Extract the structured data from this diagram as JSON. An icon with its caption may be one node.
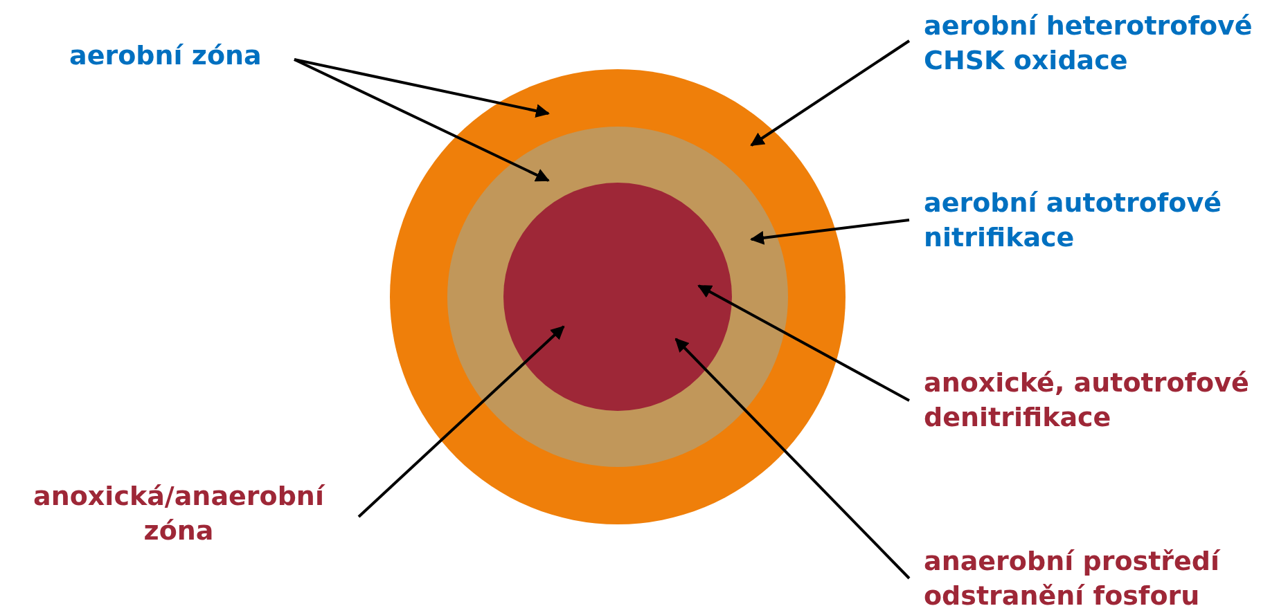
{
  "diagram": {
    "nodes": [
      {
        "text": [
          "aerobní zóna"
        ]
      },
      {
        "text": [
          "aerobní heterotrofové CHSK oxidace"
        ]
      },
      {
        "text": [
          "aerobní autotrofové nitrifikace"
        ]
      },
      {
        "text": [
          "anoxické, autotrofové denitrifikace"
        ]
      },
      {
        "text": [
          "anoxická/anaerobní zóna"
        ]
      },
      {
        "text": [
          "anaerobní prostředí odstranění fosforu"
        ]
      },
      {
        "text": [],
        "shape": "circle"
      },
      {
        "text": [],
        "shape": "circle",
        "in": 6
      },
      {
        "text": [],
        "shape": "circle",
        "in": 7
      }
    ],
    "edges": [
      {
        "from": 0,
        "to": 6,
        "arrow": "to"
      },
      {
        "from": 0,
        "to": 7,
        "arrow": "to"
      },
      {
        "from": 1,
        "to": 6,
        "arrow": "to"
      },
      {
        "from": 2,
        "to": 7,
        "arrow": "to"
      },
      {
        "from": 3,
        "to": 8,
        "arrow": "to"
      },
      {
        "from": 4,
        "to": 8,
        "arrow": "to"
      },
      {
        "from": 5,
        "to": 8,
        "arrow": "to"
      }
    ]
  }
}
